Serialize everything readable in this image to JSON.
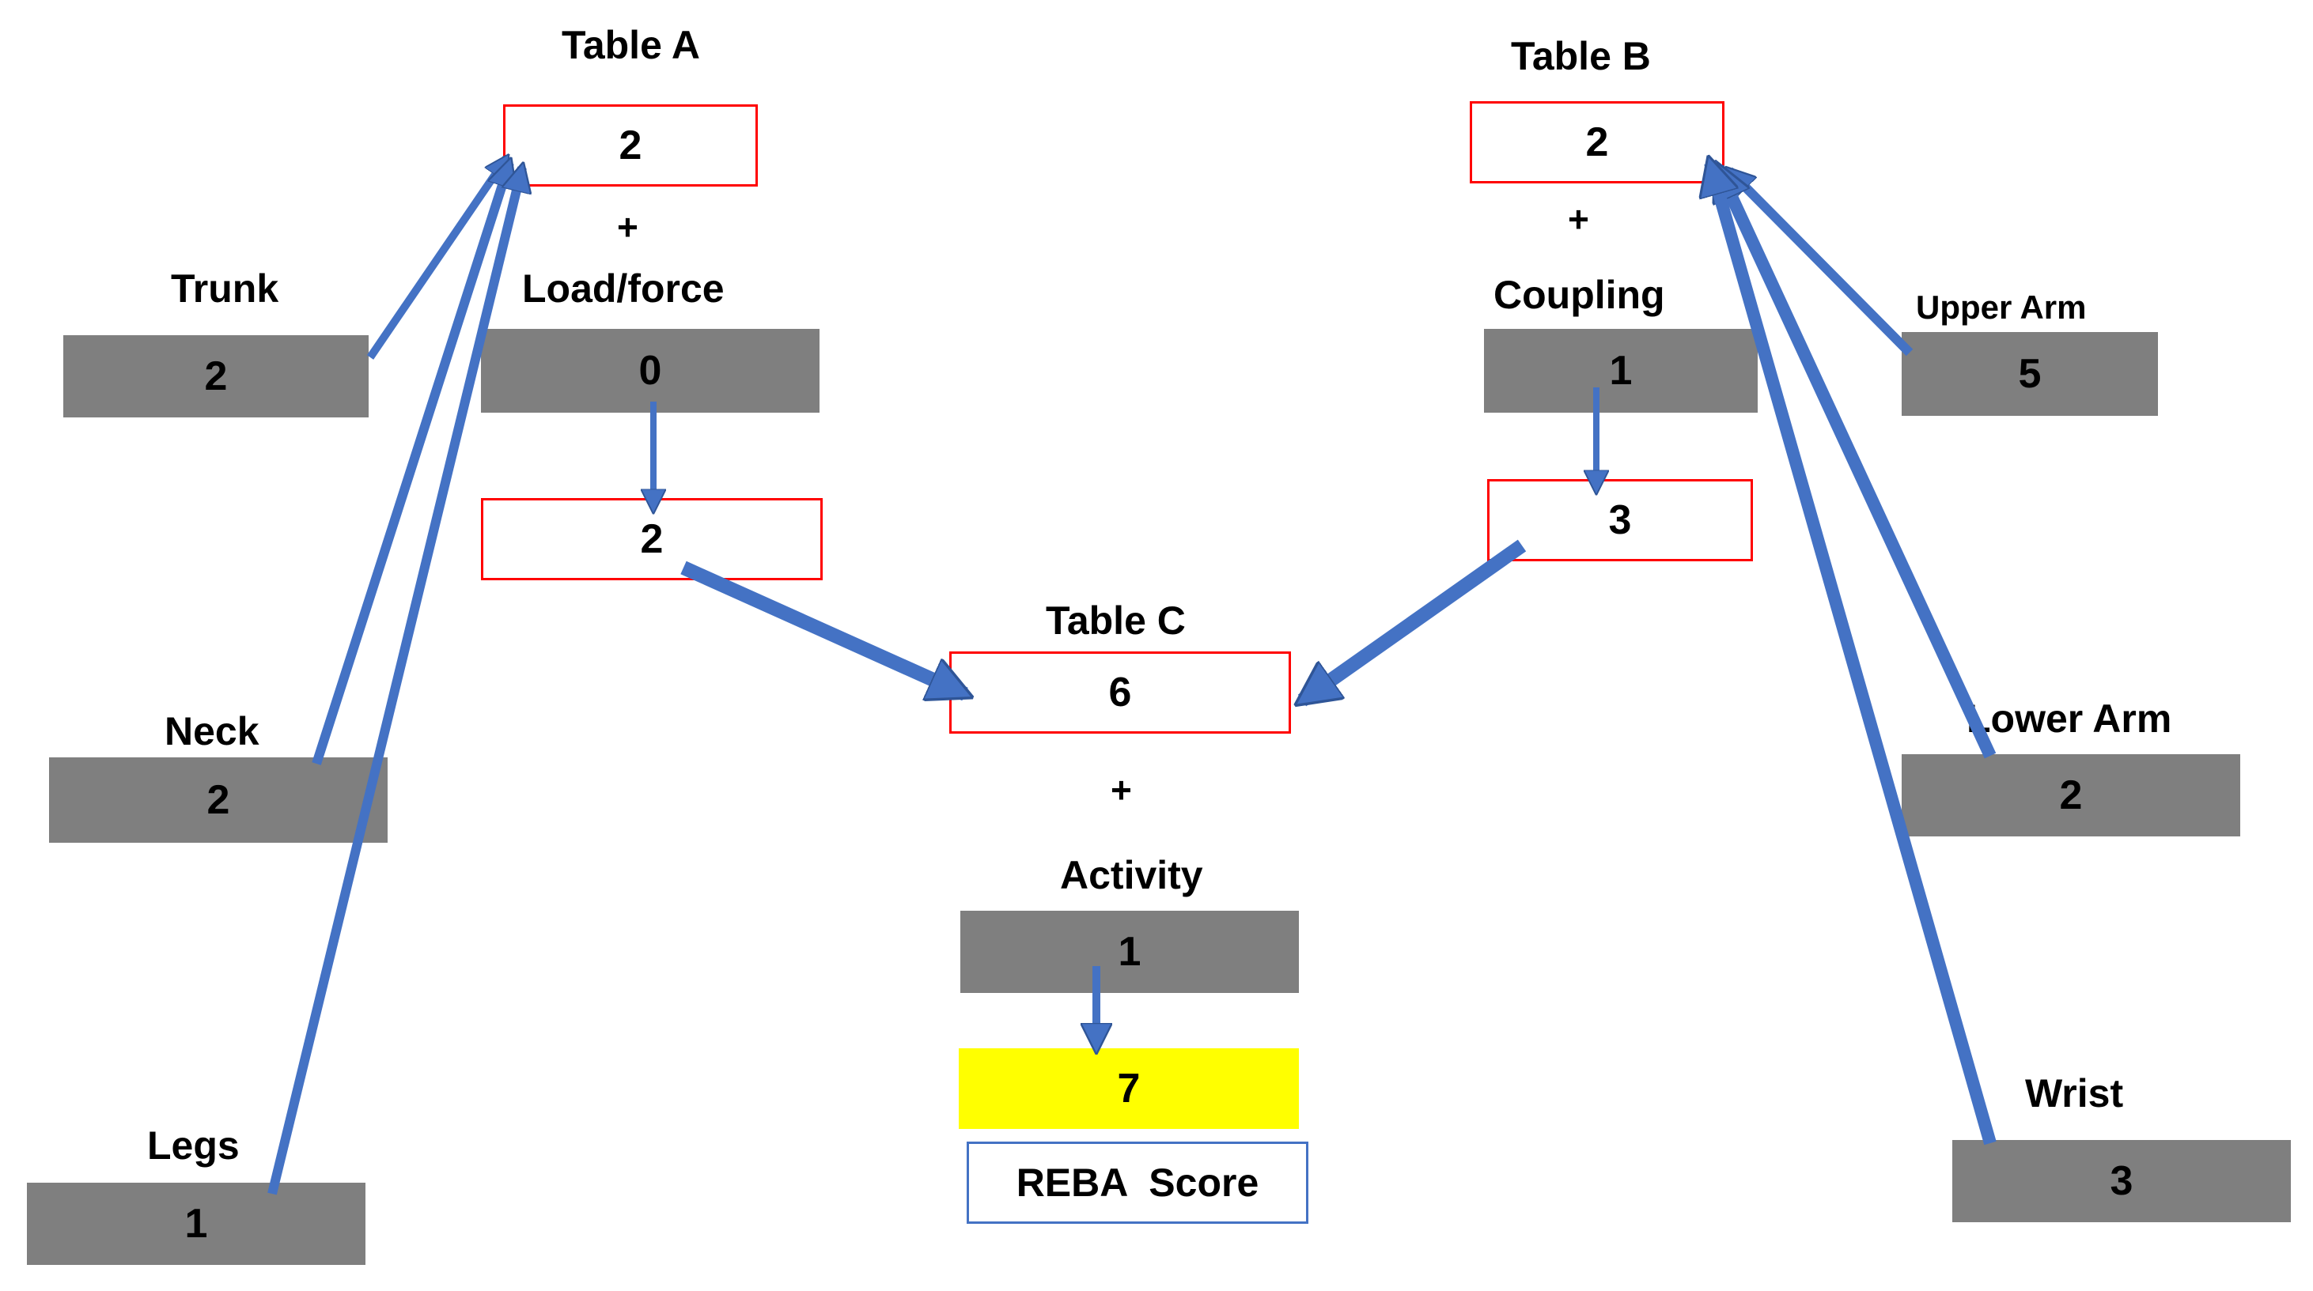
{
  "colors": {
    "input_box": "#7f7f7f",
    "table_box_border": "#ff0000",
    "final_box": "#ffff00",
    "reba_label_border": "#4472c4",
    "arrow": "#4472c4",
    "arrow_outline": "#2f5597"
  },
  "group_a": {
    "table_a": {
      "title": "Table A",
      "value": "2"
    },
    "plus_1": "+",
    "trunk": {
      "label": "Trunk",
      "value": "2"
    },
    "neck": {
      "label": "Neck",
      "value": "2"
    },
    "legs": {
      "label": "Legs",
      "value": "1"
    },
    "load_force": {
      "label": "Load/force",
      "value": "0"
    },
    "score_a": "2"
  },
  "group_b": {
    "table_b": {
      "title": "Table B",
      "value": "2"
    },
    "plus_2": "+",
    "coupling": {
      "label": "Coupling",
      "value": "1"
    },
    "score_b": "3",
    "upper_arm": {
      "label": "Upper Arm",
      "value": "5"
    },
    "lower_arm": {
      "label": "Lower Arm",
      "value": "2"
    },
    "wrist": {
      "label": "Wrist",
      "value": "3"
    }
  },
  "group_c": {
    "table_c": {
      "title": "Table C",
      "value": "6"
    },
    "plus_3": "+",
    "activity": {
      "label": "Activity",
      "value": "1"
    },
    "reba": {
      "value": "7",
      "label": "REBA  Score"
    }
  }
}
